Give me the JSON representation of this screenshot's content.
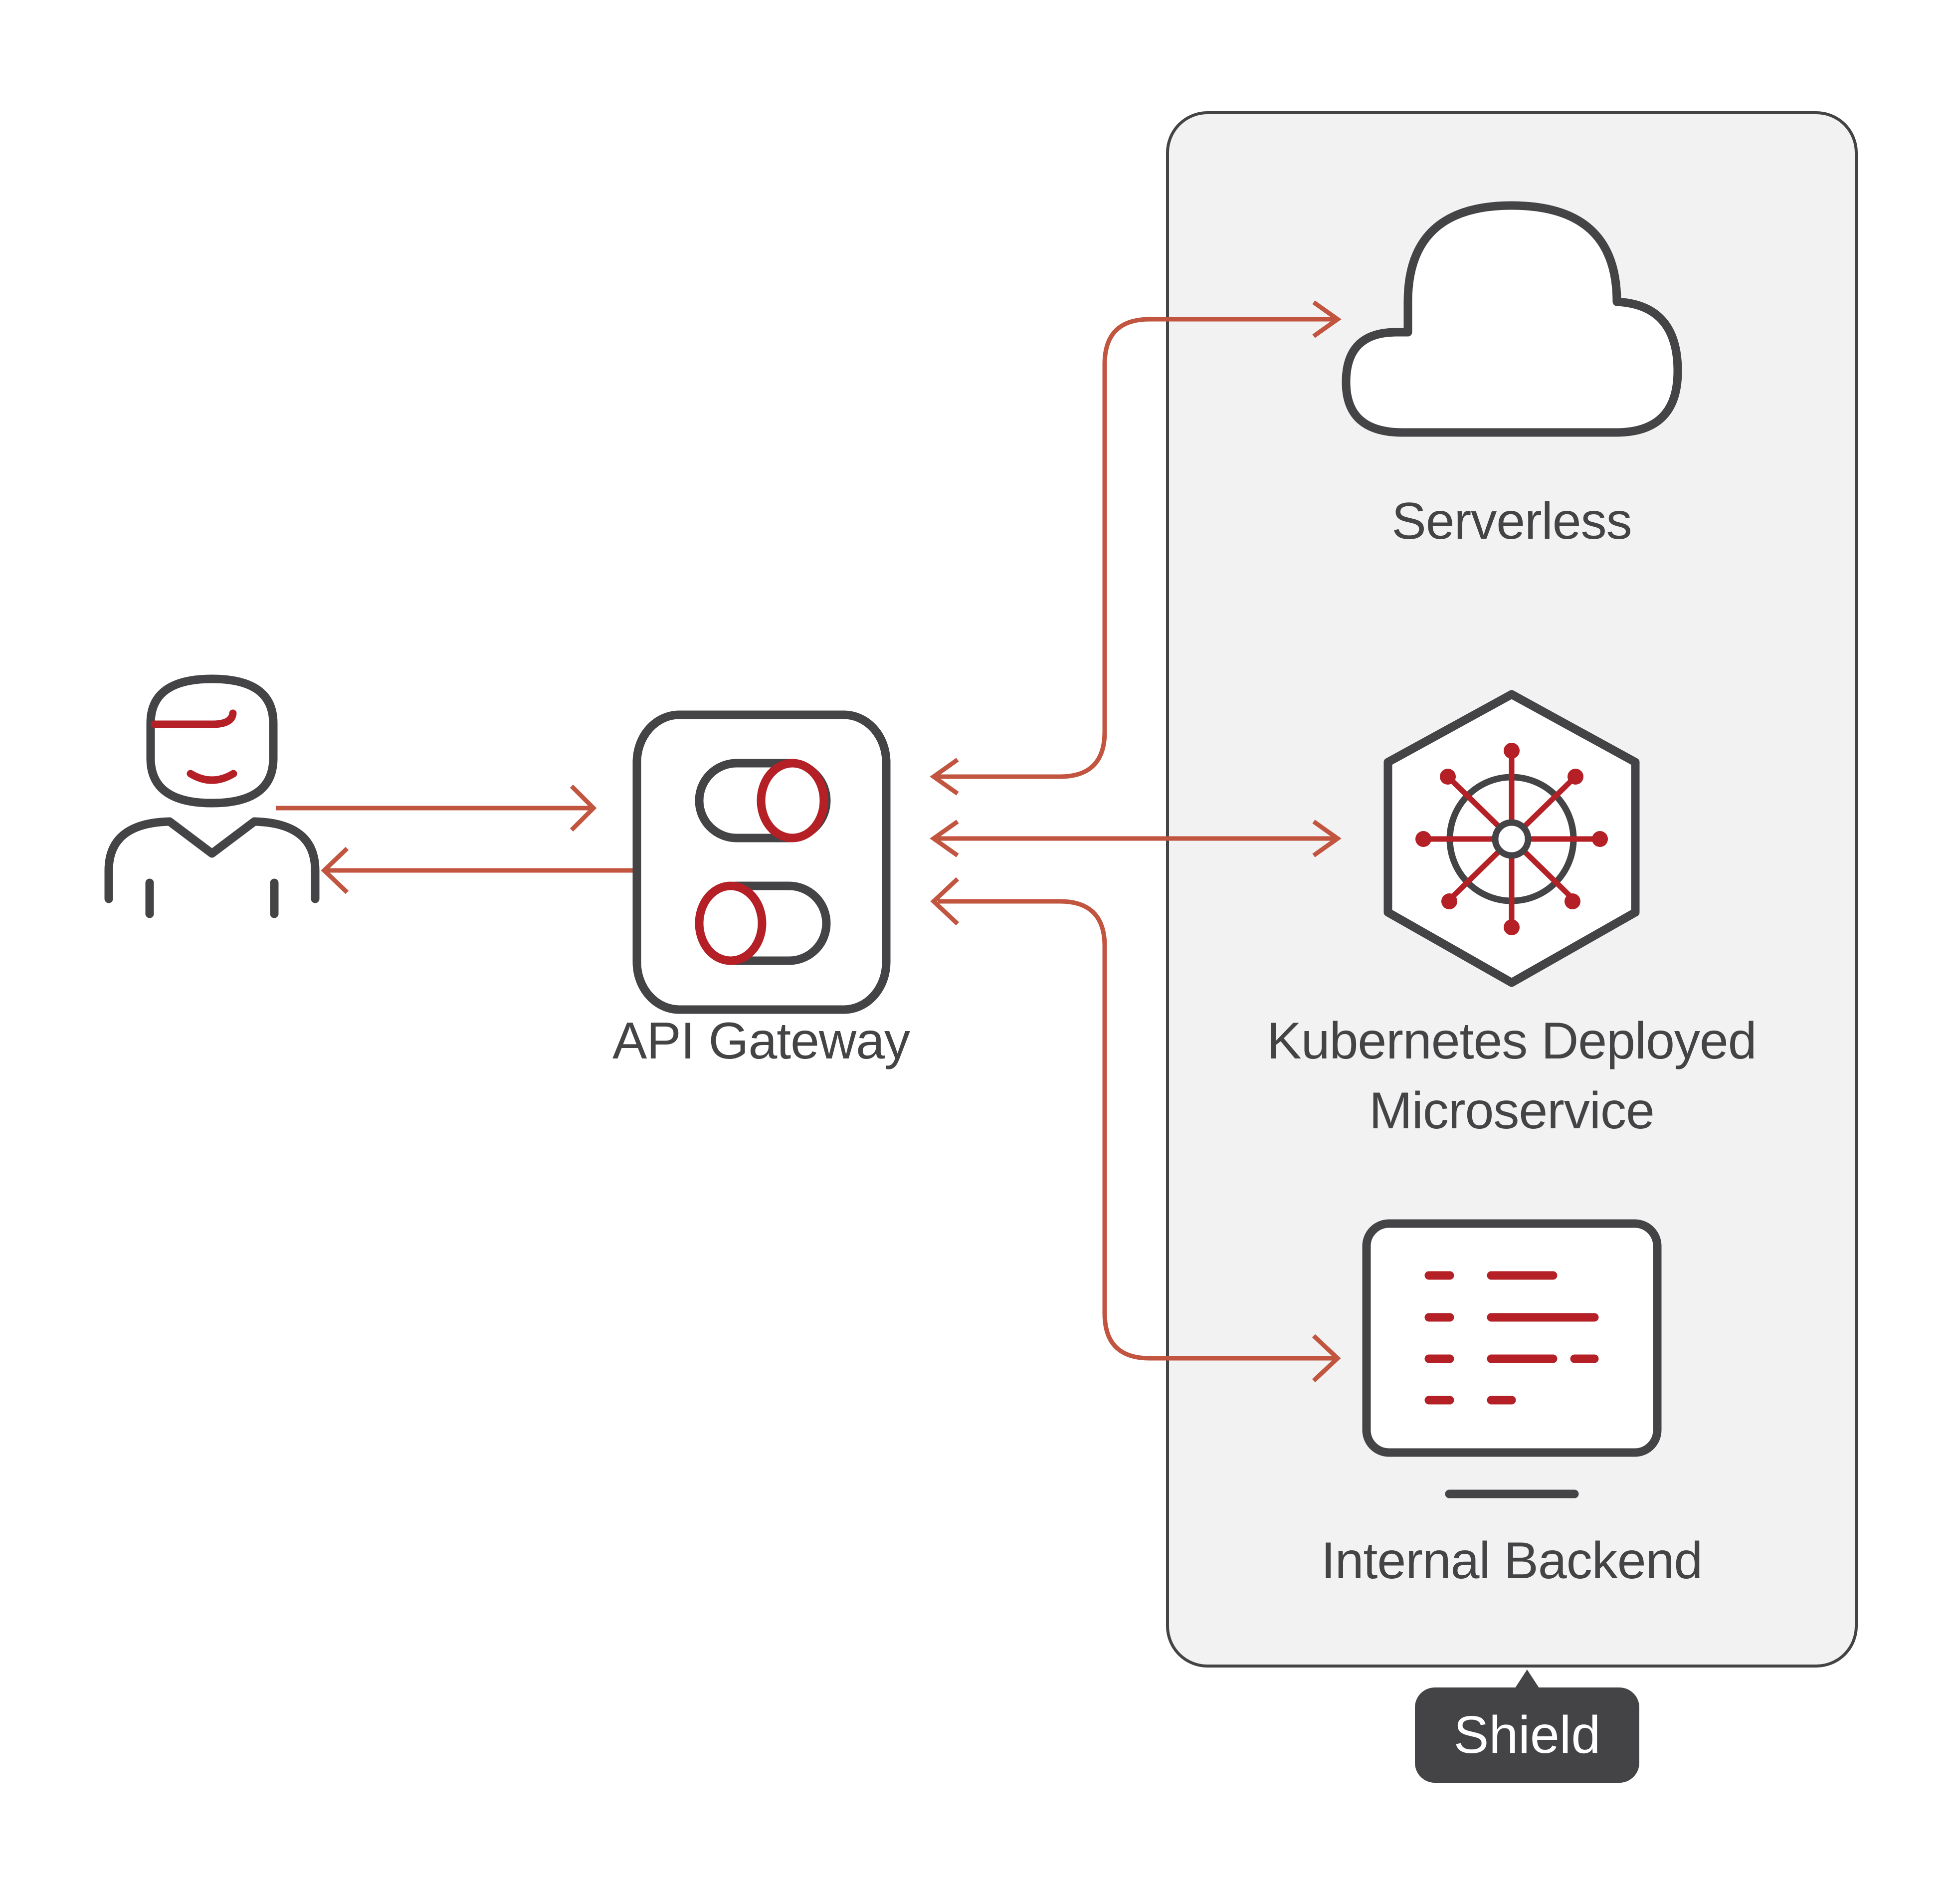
{
  "diagram": {
    "title": "API Gateway architecture",
    "nodes": {
      "user": {
        "icon": "user-icon"
      },
      "gateway": {
        "label": "API Gateway",
        "icon": "toggle-switches-icon"
      },
      "serverless": {
        "label": "Serverless",
        "icon": "cloud-icon"
      },
      "kubernetes": {
        "label_line1": "Kubernetes Deployed",
        "label_line2": "Microservice",
        "icon": "kubernetes-helm-icon"
      },
      "backend": {
        "label": "Internal Backend",
        "icon": "monitor-icon"
      }
    },
    "group": {
      "name": "shield-boundary",
      "badge_label": "Shield"
    },
    "edges": [
      {
        "from": "user",
        "to": "gateway",
        "direction": "forward"
      },
      {
        "from": "gateway",
        "to": "user",
        "direction": "forward"
      },
      {
        "from": "gateway",
        "to": "serverless",
        "direction": "bidirectional"
      },
      {
        "from": "gateway",
        "to": "kubernetes",
        "direction": "bidirectional"
      },
      {
        "from": "gateway",
        "to": "backend",
        "direction": "bidirectional"
      }
    ],
    "colors": {
      "outline": "#444446",
      "accent_red": "#b51f26",
      "arrow": "#c25540",
      "shield_fill": "#f2f2f2",
      "badge_fill": "#444446"
    }
  }
}
